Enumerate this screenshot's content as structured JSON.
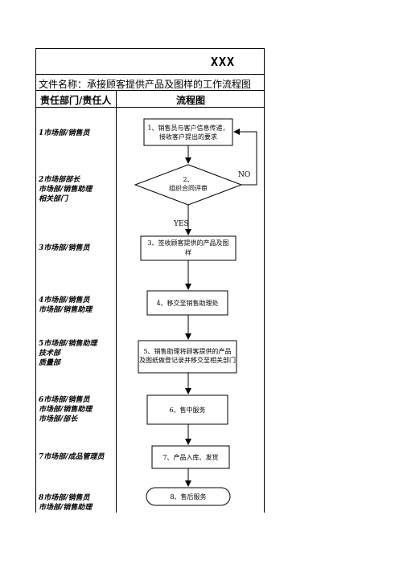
{
  "document": {
    "code": "XXX",
    "file_name": "文件名称：承接顾客提供产品及图样的工作流程图"
  },
  "table": {
    "col_responsibility": "责任部门/责任人",
    "col_flowchart": "流程图"
  },
  "rows": [
    {
      "lines": [
        "1市场部/销售员"
      ]
    },
    {
      "lines": [
        "2市场部部长",
        "市场部/销售助理",
        "相关部门"
      ]
    },
    {
      "lines": [
        "3市场部/销售员"
      ]
    },
    {
      "lines": [
        "4市场部/销售员",
        "市场部/销售助理"
      ]
    },
    {
      "lines": [
        "5市场部/销售助理",
        "技术部",
        "质量部"
      ]
    },
    {
      "lines": [
        "6市场部/销售员",
        "市场部/销售助理",
        "市场部/部长"
      ]
    },
    {
      "lines": [
        "7市场部/成品管理员"
      ]
    },
    {
      "lines": [
        "8市场部/销售员",
        "市场部/销售助理"
      ]
    }
  ],
  "flow": {
    "step1": [
      "1、销售员与客户信息传递，",
      "接收客户提出的要求"
    ],
    "step2": [
      "2、",
      "组织合同评审"
    ],
    "no_label": "NO",
    "yes_label": "YES",
    "step3": [
      "3、签收顾客提供的产品及图",
      "样"
    ],
    "step4": [
      "4、移交至销售助理处"
    ],
    "step5": [
      "5、销售助理将顾客提供的产品",
      "及图纸做登记录并移交至相关部门"
    ],
    "step6": [
      "6、售中服务"
    ],
    "step7": [
      "7、产品入库、发货"
    ],
    "step8": [
      "8、售后服务"
    ]
  }
}
